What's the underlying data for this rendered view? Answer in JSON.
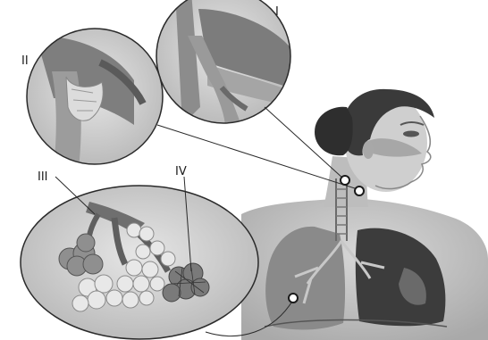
{
  "labels": {
    "I": "I",
    "II": "II",
    "III": "III",
    "IV": "IV"
  },
  "colors": {
    "background": "#ffffff",
    "skin": "#c9c9c9",
    "hair": "#3a3a3a",
    "lung_dark": "#3c3c3c",
    "lung_mid": "#8a8a8a",
    "magnifier_fill": "#cfcfcf",
    "line": "#2a2a2a"
  },
  "icons": {
    "callouts": "magnifier-circle",
    "anchors": "pointer-dot"
  }
}
